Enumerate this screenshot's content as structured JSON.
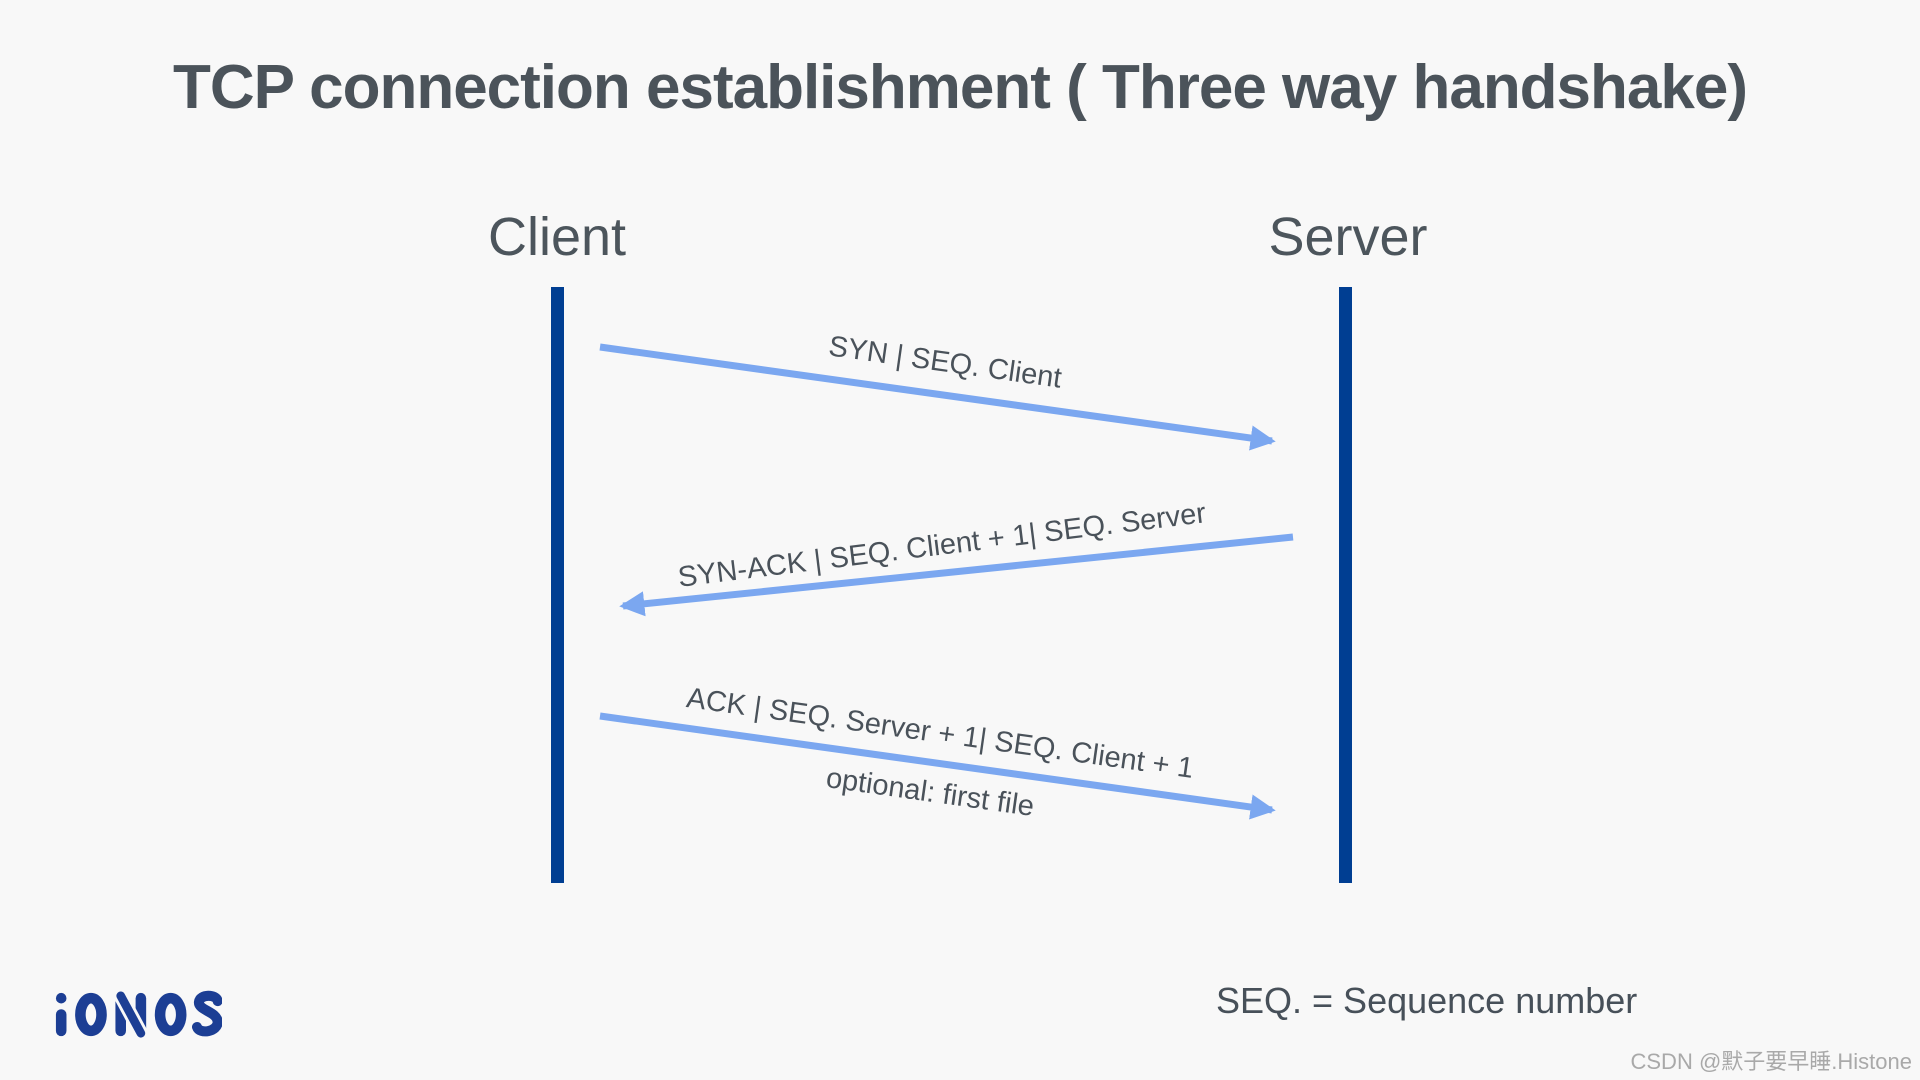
{
  "title": "TCP connection establishment ( Three way handshake)",
  "diagram": {
    "actors": [
      {
        "label": "Client"
      },
      {
        "label": "Server"
      }
    ],
    "messages": [
      {
        "label": "SYN | SEQ. Client",
        "direction": "client-to-server"
      },
      {
        "label": "SYN-ACK | SEQ. Client + 1| SEQ. Server",
        "direction": "server-to-client"
      },
      {
        "label": "ACK | SEQ. Server + 1| SEQ. Client + 1",
        "note": "optional: first file",
        "direction": "client-to-server"
      }
    ]
  },
  "footer": {
    "logo": "IONOS",
    "legend": "SEQ. = Sequence number",
    "watermark": "CSDN @默子要早睡.Histone"
  },
  "colors": {
    "background": "#f8f8f8",
    "title_text": "#4b535a",
    "label_text": "#4a525a",
    "lifeline_blue": "#003e92",
    "arrow_blue": "#7ba7f0",
    "logo_blue": "#1c3e94",
    "watermark_gray": "#a9a9a9"
  }
}
